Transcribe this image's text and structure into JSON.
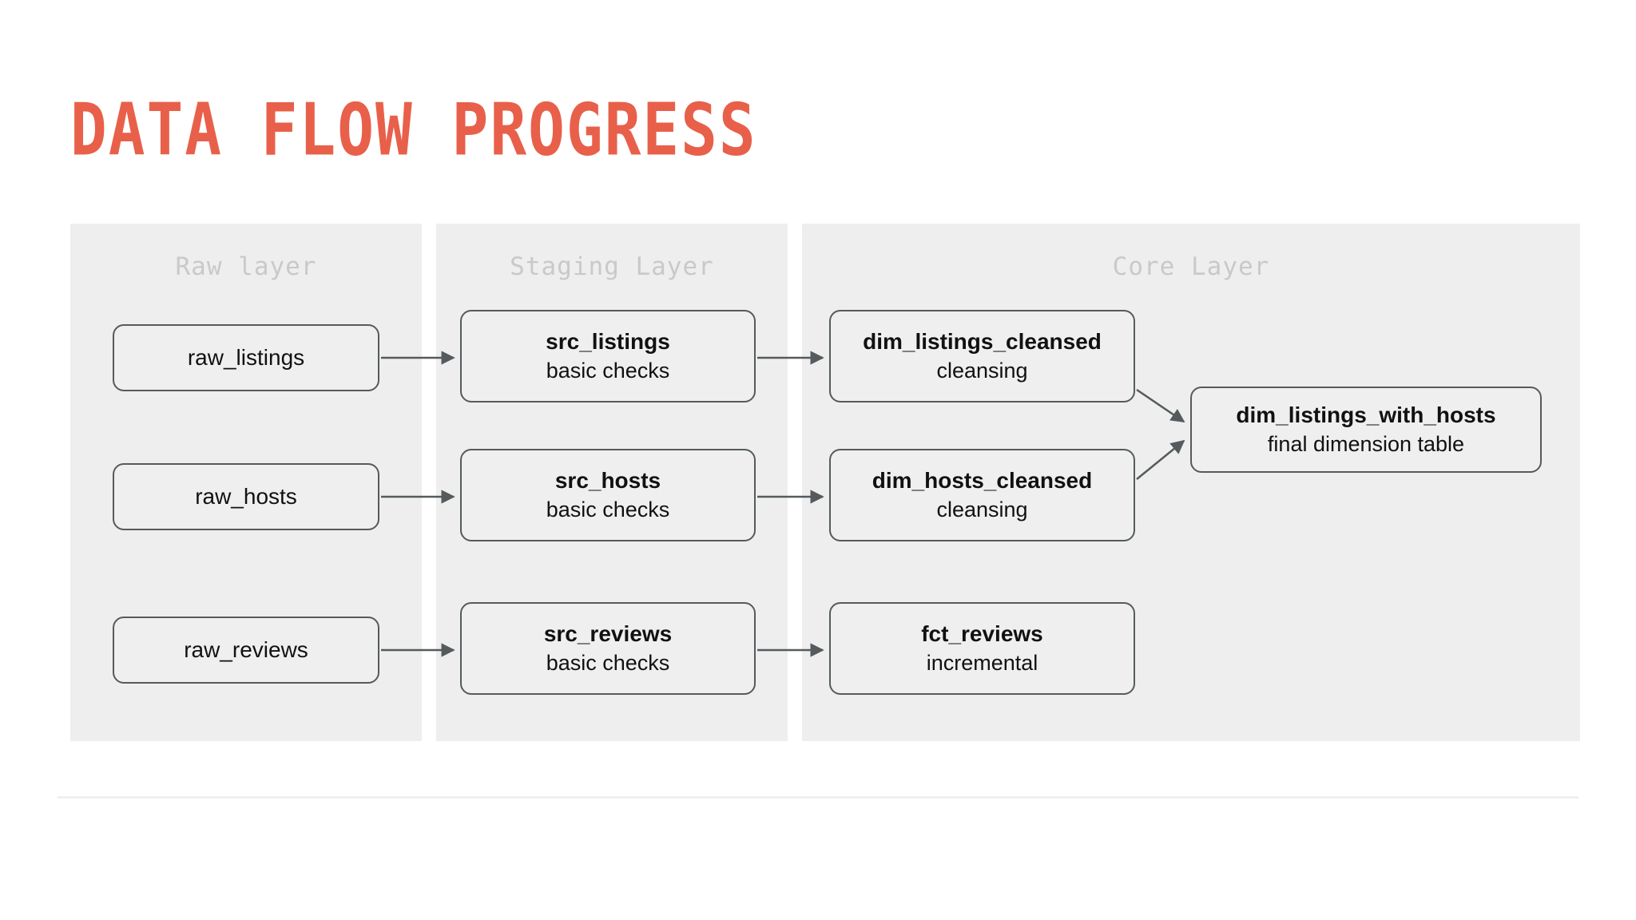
{
  "slide": {
    "title": "DATA FLOW PROGRESS",
    "accent_color": "#e8604a",
    "background": "#ffffff",
    "panel_background": "#eeeeee",
    "panel_title_color": "#c9c9c9",
    "node_border_color": "#555a5c",
    "node_fill": "#efefef",
    "arrow_color": "#555a5c",
    "divider_color": "#f0f0f0"
  },
  "layers": [
    {
      "id": "raw",
      "title": "Raw layer"
    },
    {
      "id": "staging",
      "title": "Staging Layer"
    },
    {
      "id": "core",
      "title": "Core Layer"
    }
  ],
  "nodes": {
    "raw_listings": {
      "title": "raw_listings",
      "sub": ""
    },
    "raw_hosts": {
      "title": "raw_hosts",
      "sub": ""
    },
    "raw_reviews": {
      "title": "raw_reviews",
      "sub": ""
    },
    "src_listings": {
      "title": "src_listings",
      "sub": "basic checks"
    },
    "src_hosts": {
      "title": "src_hosts",
      "sub": "basic checks"
    },
    "src_reviews": {
      "title": "src_reviews",
      "sub": "basic checks"
    },
    "dim_listings": {
      "title": "dim_listings_cleansed",
      "sub": "cleansing"
    },
    "dim_hosts": {
      "title": "dim_hosts_cleansed",
      "sub": "cleansing"
    },
    "fct_reviews": {
      "title": "fct_reviews",
      "sub": "incremental"
    },
    "dim_listings_with_hosts": {
      "title": "dim_listings_with_hosts",
      "sub": "final dimension table"
    }
  },
  "edges": [
    {
      "from": "raw_listings",
      "to": "src_listings"
    },
    {
      "from": "raw_hosts",
      "to": "src_hosts"
    },
    {
      "from": "raw_reviews",
      "to": "src_reviews"
    },
    {
      "from": "src_listings",
      "to": "dim_listings"
    },
    {
      "from": "src_hosts",
      "to": "dim_hosts"
    },
    {
      "from": "src_reviews",
      "to": "fct_reviews"
    },
    {
      "from": "dim_listings",
      "to": "dim_listings_with_hosts"
    },
    {
      "from": "dim_hosts",
      "to": "dim_listings_with_hosts"
    }
  ]
}
